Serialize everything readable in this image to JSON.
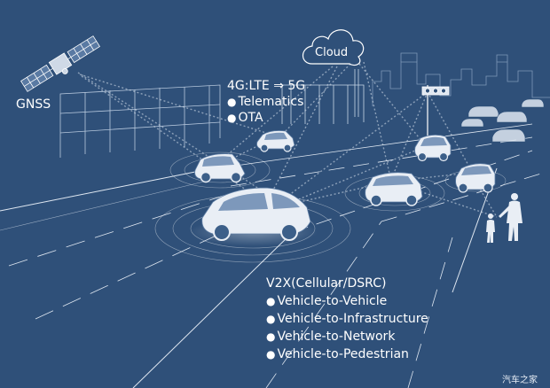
{
  "labels": {
    "gnss": "GNSS",
    "cloud": "Cloud",
    "network": {
      "title": "4G:LTE ⇒ 5G",
      "items": [
        "Telematics",
        "OTA"
      ]
    },
    "v2x": {
      "title": "V2X(Cellular/DSRC)",
      "items": [
        "Vehicle-to-Vehicle",
        "Vehicle-to-Infrastructure",
        "Vehicle-to-Network",
        "Vehicle-to-Pedestrian"
      ]
    }
  },
  "watermark": "汽车之家",
  "colors": {
    "background": "#2f5079",
    "line": "#ffffff",
    "car_fill": "#e9eef5"
  },
  "icons": [
    "satellite-icon",
    "cloud-icon",
    "traffic-light-icon",
    "car-icon",
    "pedestrian-icon"
  ]
}
